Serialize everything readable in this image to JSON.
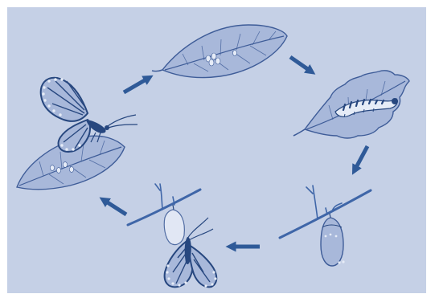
{
  "diagram": {
    "colors": {
      "background": "#c5d0e6",
      "arrow": "#2f5a98",
      "leaf_fill": "#a8b8da",
      "leaf_stroke": "#3e5c98",
      "ink": "#27477f",
      "light": "#e6ecf7",
      "branch": "#3f66a8"
    },
    "stages": [
      {
        "id": "eggs-on-leaf",
        "icon": "leaf-with-eggs-icon"
      },
      {
        "id": "caterpillar-on-chewed-leaf",
        "icon": "caterpillar-icon"
      },
      {
        "id": "chrysalis-hanging-from-branch",
        "icon": "chrysalis-icon"
      },
      {
        "id": "butterfly-emerging-from-chrysalis",
        "icon": "emerging-butterfly-icon"
      },
      {
        "id": "adult-butterfly-laying-eggs-on-leaf",
        "icon": "butterfly-icon"
      }
    ],
    "arrows": [
      {
        "from": "eggs-on-leaf",
        "to": "caterpillar-on-chewed-leaf"
      },
      {
        "from": "caterpillar-on-chewed-leaf",
        "to": "chrysalis-hanging-from-branch"
      },
      {
        "from": "chrysalis-hanging-from-branch",
        "to": "butterfly-emerging-from-chrysalis"
      },
      {
        "from": "butterfly-emerging-from-chrysalis",
        "to": "adult-butterfly-laying-eggs-on-leaf"
      },
      {
        "from": "adult-butterfly-laying-eggs-on-leaf",
        "to": "eggs-on-leaf"
      }
    ]
  }
}
